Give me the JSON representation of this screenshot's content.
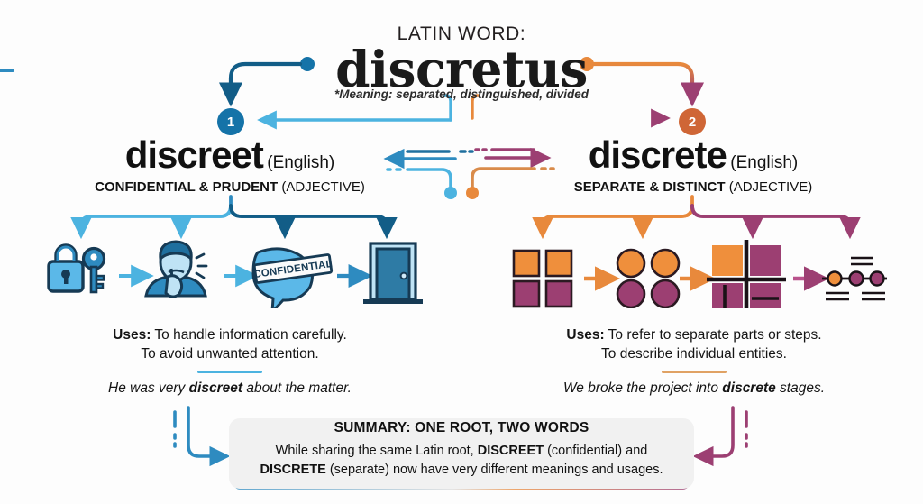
{
  "header": {
    "latin_label": "LATIN WORD:",
    "latin_word": "discretus",
    "meaning": "*Meaning: separated, distinguished, divided"
  },
  "branches": {
    "left": {
      "badge": "1",
      "word": "discreet",
      "language": "(English)",
      "definition_bold": "CONFIDENTIAL & PRUDENT",
      "definition_rest": " (ADJECTIVE)",
      "accent": "#2e8bc0",
      "accent_dark": "#125d87",
      "icons": [
        "lock-and-key-icon",
        "shushing-person-icon",
        "confidential-speech-bubble-icon",
        "closed-door-icon"
      ],
      "bubble_text": "CONFIDENTIAL",
      "uses_label": "Uses:",
      "uses_line1": " To handle information carefully.",
      "uses_line2": "To avoid unwanted attention.",
      "example": "He was very discreet about the matter.",
      "example_bold": "discreet"
    },
    "right": {
      "badge": "2",
      "word": "discrete",
      "language": "(English)",
      "definition_bold": "SEPARATE & DISTINCT",
      "definition_rest": " (ADJECTIVE)",
      "accent": "#e8893c",
      "accent_dark": "#9c3f72",
      "icons": [
        "four-squares-icon",
        "four-circles-icon",
        "quadrant-grid-icon",
        "number-line-icon"
      ],
      "uses_label": "Uses:",
      "uses_line1": " To refer to separate parts or steps.",
      "uses_line2": "To describe individual entities.",
      "example": "We broke the project into discrete stages.",
      "example_bold": "discrete"
    }
  },
  "summary": {
    "title": "SUMMARY: ONE ROOT, TWO WORDS",
    "line1_a": "While sharing the same Latin root, ",
    "line1_b": "DISCREET",
    "line1_c": " (confidential) and",
    "line2_a": "DISCRETE",
    "line2_b": " (separate) now have very different meanings and usages."
  },
  "colors": {
    "blue_light": "#4cb3e0",
    "blue_mid": "#2e8bc0",
    "blue_dark": "#125d87",
    "orange": "#e8893c",
    "purple": "#9c3f72",
    "background": "#fdfdfd",
    "summary_bg": "#f1f1f1"
  }
}
